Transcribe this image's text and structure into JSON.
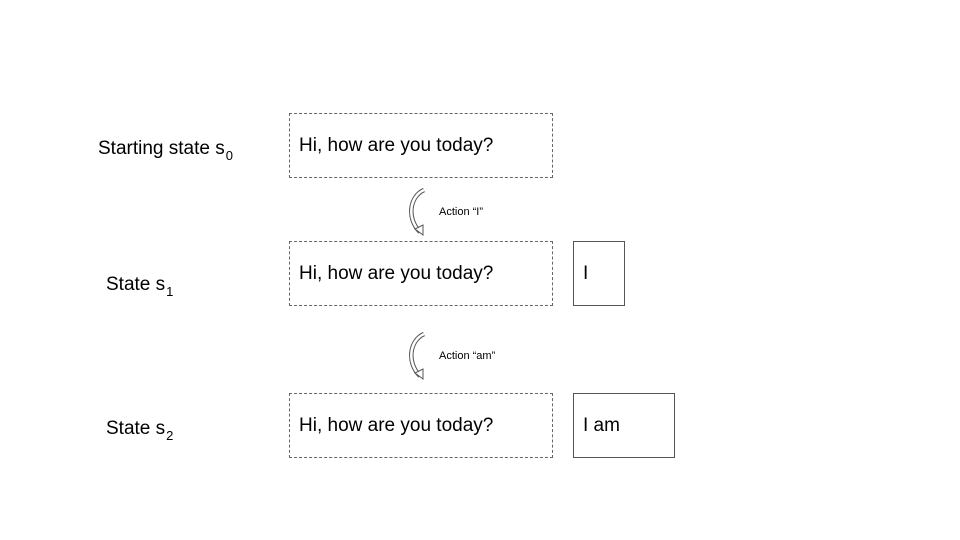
{
  "states": [
    {
      "label_prefix": "Starting state s",
      "label_subscript": "0",
      "prompt": "Hi, how are you today?",
      "generated": ""
    },
    {
      "label_prefix": "State s",
      "label_subscript": "1",
      "prompt": "Hi, how are you today?",
      "generated": "I"
    },
    {
      "label_prefix": "State s",
      "label_subscript": "2",
      "prompt": "Hi, how are you today?",
      "generated": "I am"
    }
  ],
  "actions": [
    {
      "label": "Action “I”"
    },
    {
      "label": "Action “am”"
    }
  ],
  "colors": {
    "dashed_border": "#666666",
    "solid_border": "#555555",
    "arrow_stroke": "#555555",
    "text": "#000000"
  },
  "icons": {
    "transition": "curved-arrow-icon"
  }
}
